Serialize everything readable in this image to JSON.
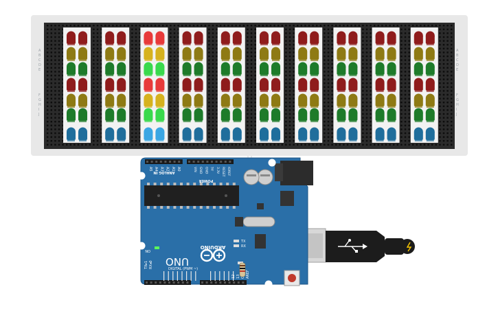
{
  "breadboard": {
    "row_letters_left": [
      "A",
      "B",
      "C",
      "D",
      "E",
      "F",
      "G",
      "H",
      "I",
      "J"
    ],
    "row_letters_right": [
      "A",
      "B",
      "C",
      "D",
      "E",
      "F",
      "G",
      "H",
      "I",
      "J"
    ]
  },
  "led_columns": {
    "count": 10,
    "lit_column_index": 2,
    "led_sequence": [
      "red",
      "olive",
      "green",
      "red",
      "olive",
      "green",
      "blue"
    ]
  },
  "colors": {
    "breadboard_base": "#e8e8e8",
    "pcb": "#2a6fa8",
    "pcb_dark": "#1e5686",
    "led_red": "#8f1c1c",
    "led_olive": "#8e7a14",
    "led_green": "#1e7b2a",
    "led_blue": "#1f6e9c",
    "led_red_lit": "#e83a3a",
    "led_olive_lit": "#d6b21e",
    "led_green_lit": "#39d94c",
    "led_blue_lit": "#3aa6e3"
  },
  "arduino": {
    "logo": "ARDUINO",
    "model": "UNO",
    "on_label": "ON",
    "analog_in_label": "ANALOG IN",
    "power_label": "POWER",
    "analog_pins": [
      "A5",
      "A4",
      "A3",
      "A2",
      "A1",
      "A0"
    ],
    "power_pins": [
      "VIN",
      "GND",
      "GND",
      "5V",
      "3.3V",
      "RESET",
      "IOREF"
    ],
    "tx_label": "TX",
    "rx_label": "RX",
    "l_label": "L",
    "bottom_left_labels": [
      "TX▸1",
      "RX◂0"
    ],
    "bottom_right_labels": [
      "AREF",
      "GND",
      "13",
      "12"
    ],
    "digital_label": "DIGITAL (PWM ~)"
  },
  "usb": {
    "cable_icon": "usb-trident-icon"
  }
}
